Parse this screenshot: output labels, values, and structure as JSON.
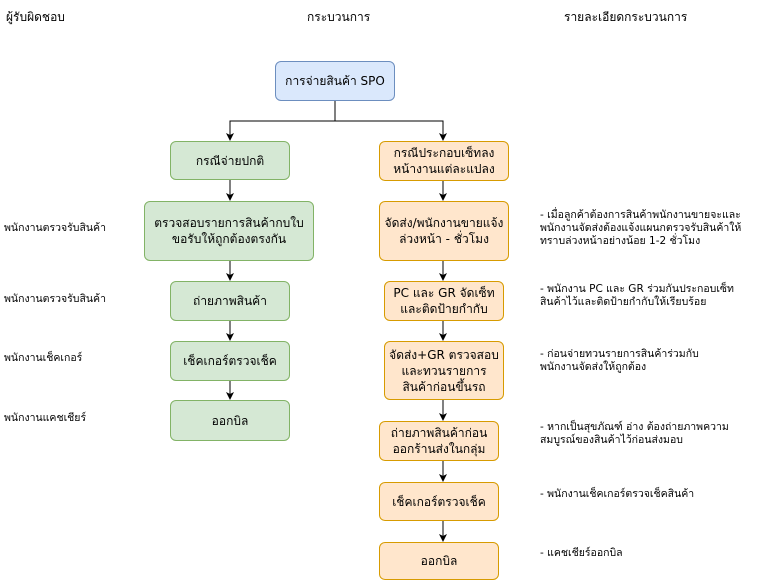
{
  "headers": {
    "responsible": "ผู้รับผิดชอบ",
    "process": "กระบวนการ",
    "detail": "รายละเอียดกระบวนการ"
  },
  "start": "การจ่ายสินค้า SPO",
  "left_flow": [
    "กรณีจ่ายปกติ",
    "ตรวจสอบรายการสินค้ากบใบขอรับให้ถูกต้องตรงกัน",
    "ถ่ายภาพสินค้า",
    "เช็คเกอร์ตรวจเช็ค",
    "ออกบิล"
  ],
  "right_flow": [
    "กรณีประกอบเซ็ทลงหน้างานแต่ละแปลง",
    "จัดส่ง/พนักงานขายแจ้งล่วงหน้า - ชั่วโมง",
    "PC และ GR จัดเซ็ทและติดป้ายกำกับ",
    "จัดส่ง+GR ตรวจสอบและทวนรายการสินค้าก่อนขึ้นรถ",
    "ถ่ายภาพสินค้าก่อนออกร้านส่งในกลุ่ม",
    "เช็คเกอร์ตรวจเช็ค",
    "ออกบิล"
  ],
  "roles": [
    "พนักงานตรวจรับสินค้า",
    "พนักงานตรวจรับสินค้า",
    "พนักงานเช็คเกอร์",
    "พนักงานแคชเชียร์"
  ],
  "details": [
    "- เมื่อลูกค้าต้องการสินค้าพนักงานขายจะและ\nพนักงานจัดส่งต้องแจ้งแผนกตรวจรับสินค้าให้\nทราบล่วงหน้าอย่างน้อย 1-2 ชั่วโมง",
    "- พนักงาน PC และ GR ร่วมกันประกอบเซ็ท\nสินค้าไว้และติดป้ายกำกับให้เรียบร้อย",
    "- ก่อนจ่ายทวนรายการสินค้าร่วมกับ\nพนักงานจัดส่งให้ถูกต้อง",
    "- หากเป็นสุขภัณฑ์ อ่าง ต้องถ่ายภาพความ\nสมบูรณ์ของสินค้าไว้ก่อนส่งมอบ",
    "- พนักงานเช็คเกอร์ตรวจเช็คสินค้า",
    "- แคชเชียร์ออกบิล"
  ],
  "colors": {
    "blue_fill": "#dae8fc",
    "blue_stroke": "#6c8ebf",
    "green_fill": "#d5e8d4",
    "green_stroke": "#82b366",
    "orange_fill": "#ffe6cc",
    "orange_stroke": "#d79b00"
  }
}
